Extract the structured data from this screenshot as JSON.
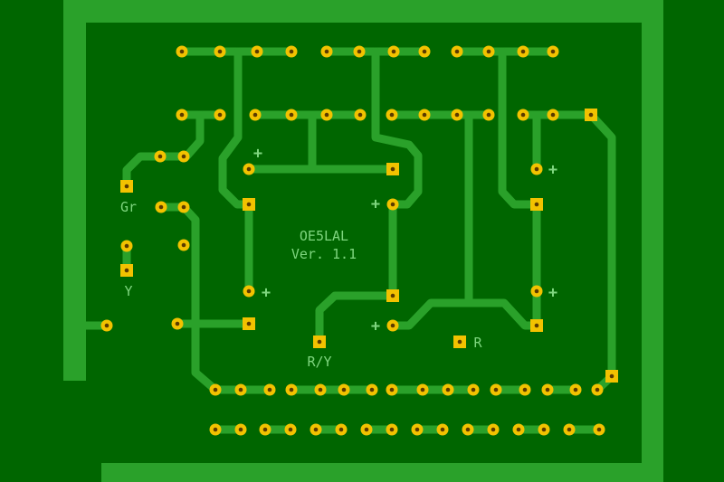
{
  "board": {
    "colors": {
      "substrate": "#006600",
      "copper": "#2aa12a",
      "pad": "#f2c200",
      "hole": "#5a3a00",
      "silkscreen": "#7fd67f"
    },
    "title": "OE5LAL",
    "version": "Ver. 1.1",
    "labels": {
      "gr": "Gr",
      "y": "Y",
      "ry": "R/Y",
      "r": "R",
      "plus": "+"
    }
  }
}
